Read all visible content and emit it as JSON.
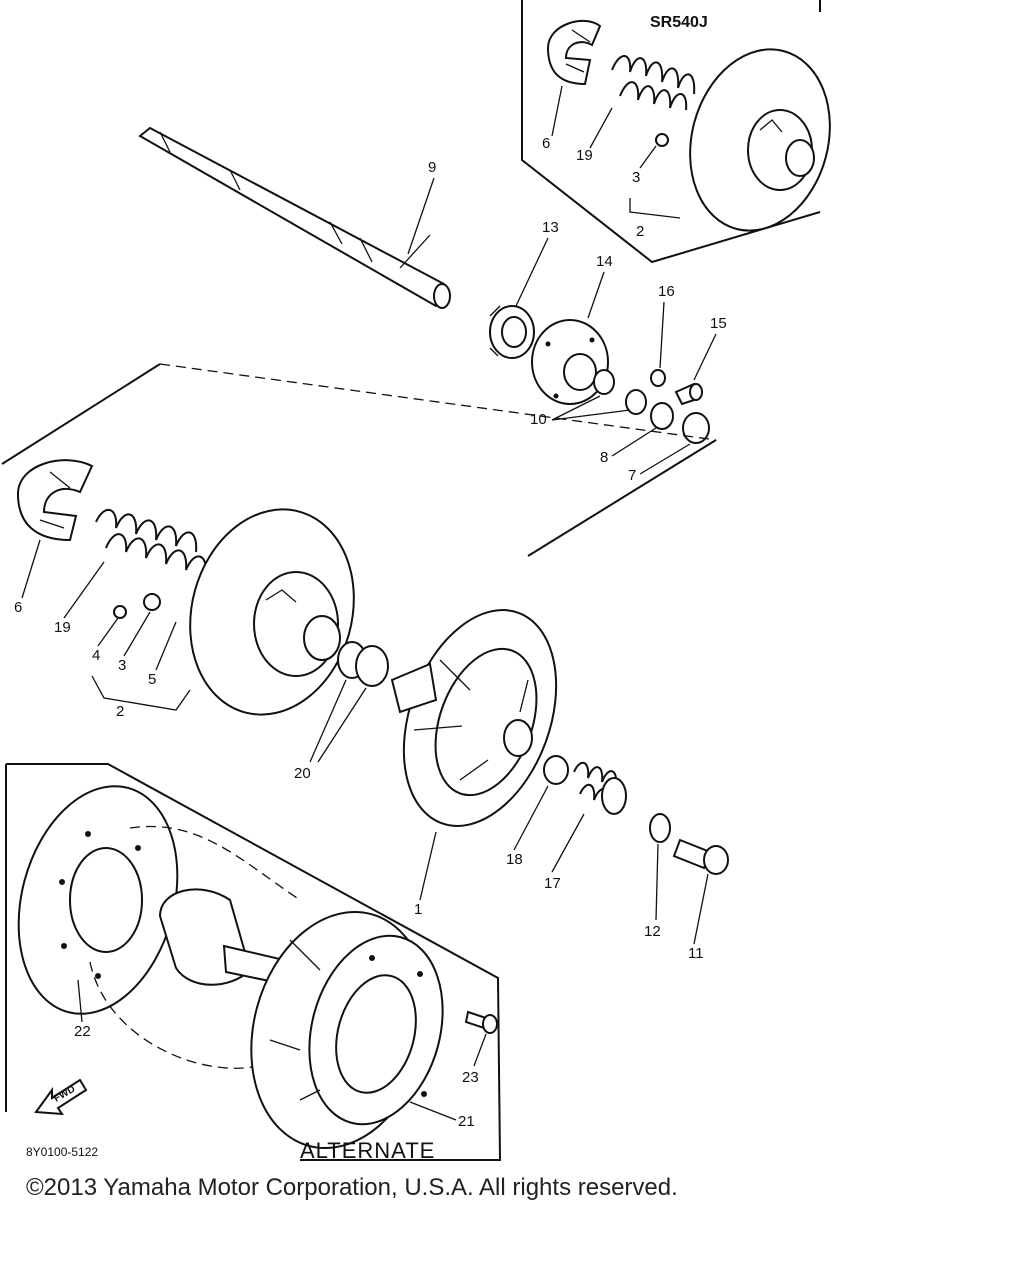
{
  "model_label": "SR540J",
  "alternate_label": "ALTERNATE",
  "diagram_code": "8Y0100-5122",
  "fwd_label": "FWD",
  "copyright": "©2013 Yamaha Motor Corporation, U.S.A. All rights reserved.",
  "callouts": {
    "c1": "1",
    "c2_top": "2",
    "c2_mid": "2",
    "c3_top": "3",
    "c3_mid": "3",
    "c4": "4",
    "c5": "5",
    "c6_top": "6",
    "c6_mid": "6",
    "c7": "7",
    "c8": "8",
    "c9": "9",
    "c10": "10",
    "c11": "11",
    "c12": "12",
    "c13": "13",
    "c14": "14",
    "c15": "15",
    "c16": "16",
    "c17": "17",
    "c18": "18",
    "c19_top": "19",
    "c19_mid": "19",
    "c20": "20",
    "c21": "21",
    "c22": "22",
    "c23": "23"
  }
}
